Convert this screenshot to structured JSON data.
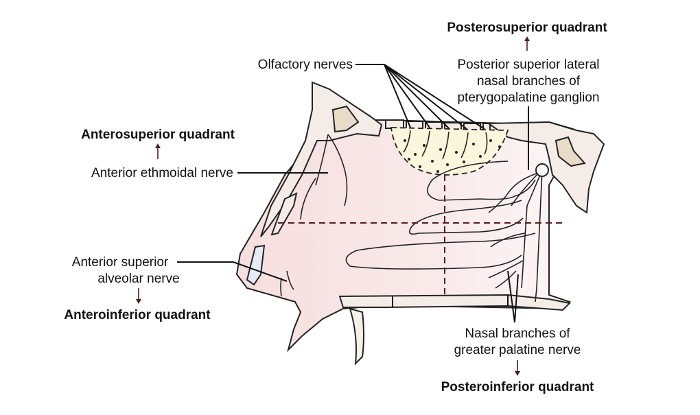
{
  "quadrants": {
    "posterosuperior": "Posterosuperior quadrant",
    "anterosuperior": "Anterosuperior quadrant",
    "anteroinferior": "Anteroinferior quadrant",
    "posteroinferior": "Posteroinferior quadrant"
  },
  "labels": {
    "olfactory": "Olfactory nerves",
    "psl_line1": "Posterior superior lateral",
    "psl_line2": "nasal branches of",
    "psl_line3": "pterygopalatine ganglion",
    "anterior_ethmoidal": "Anterior ethmoidal nerve",
    "asa_line1": "Anterior superior",
    "asa_line2": "alveolar nerve",
    "ngp_line1": "Nasal branches of",
    "ngp_line2": "greater palatine nerve"
  },
  "colors": {
    "tissue": "#f8e6e6",
    "olfactory_area": "#fbf6dc",
    "arrow": "#5a1a1a"
  }
}
